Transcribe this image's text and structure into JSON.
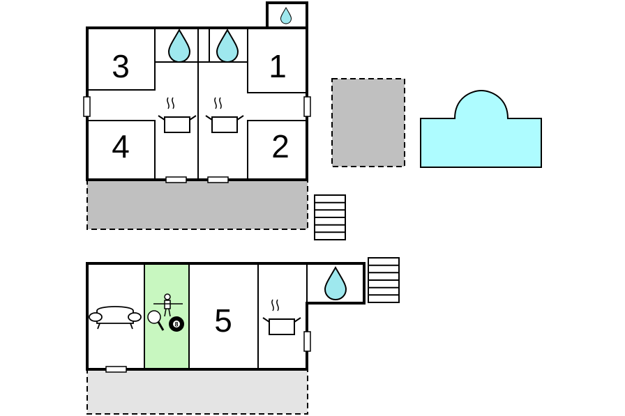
{
  "rooms": {
    "bedroom_3": "3",
    "bedroom_1": "1",
    "bedroom_4": "4",
    "bedroom_2": "2",
    "bedroom_5": "5"
  },
  "icons": {
    "bathroom": "water-drop-icon",
    "kitchen": "cooking-pot-icon",
    "living": "sofa-icon",
    "games": "table-football-icon",
    "pingpong": "ping-pong-paddle-icon",
    "billiard": "billiard-ball-icon",
    "stairs": "stairs-icon",
    "pool": "swimming-pool-icon"
  },
  "billiard_ball_label": "8",
  "colors": {
    "water": "#9ee8ee",
    "pool": "#aefcff",
    "terrace": "#c0c0c0",
    "terrace_light": "#e4e4e4",
    "games_room": "#c8f7c0"
  }
}
